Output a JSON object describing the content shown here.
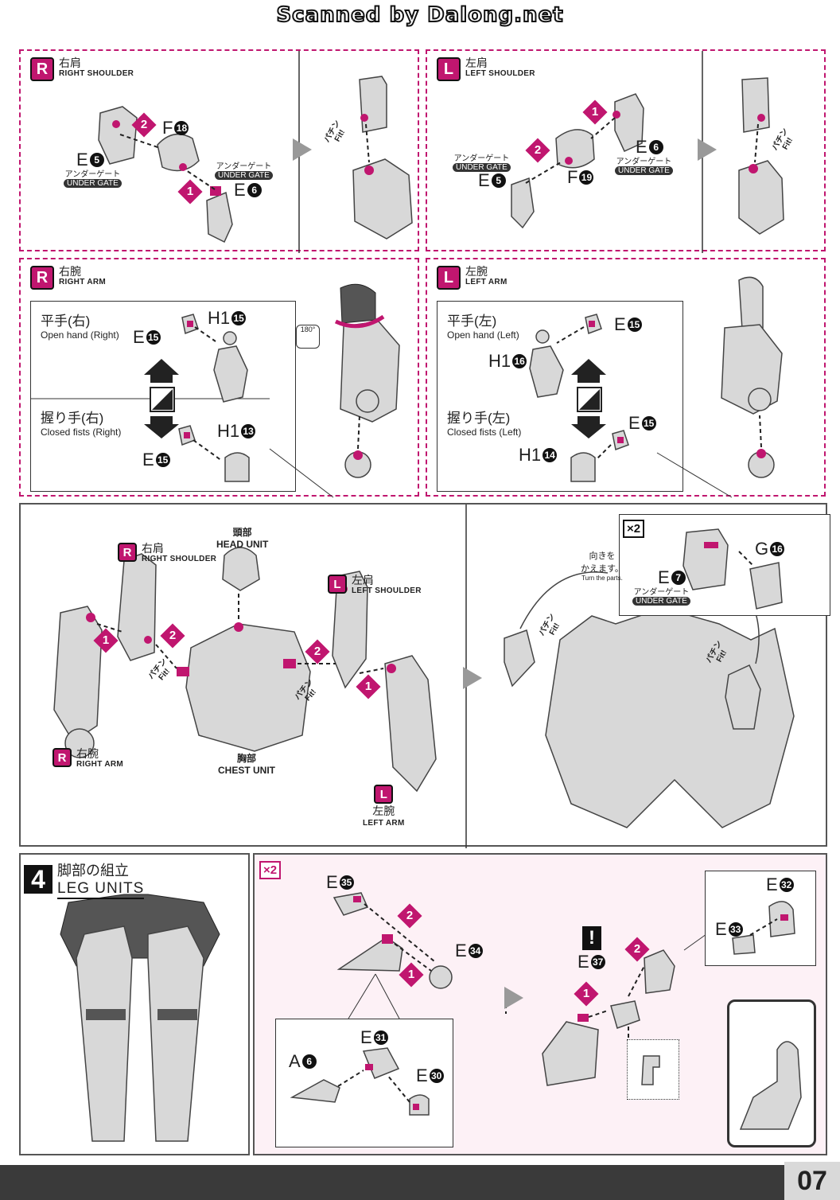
{
  "header": {
    "scan_credit": "Scanned by Dalong.net"
  },
  "panels": {
    "right_shoulder": {
      "badge": "R",
      "jp": "右肩",
      "en": "RIGHT SHOULDER",
      "parts": {
        "e5": "E",
        "e5n": "5",
        "f18": "F",
        "f18n": "18",
        "e6": "E",
        "e6n": "6"
      },
      "gate_jp": "アンダーゲート",
      "gate_en": "UNDER GATE",
      "fit_jp": "パチン",
      "fit_en": "Fit!"
    },
    "left_shoulder": {
      "badge": "L",
      "jp": "左肩",
      "en": "LEFT SHOULDER",
      "parts": {
        "e6": "E",
        "e6n": "6",
        "e5": "E",
        "e5n": "5",
        "f19": "F",
        "f19n": "19"
      },
      "gate_jp": "アンダーゲート",
      "gate_en": "UNDER GATE",
      "fit_jp": "パチン",
      "fit_en": "Fit!"
    },
    "right_arm": {
      "badge": "R",
      "jp": "右腕",
      "en": "RIGHT ARM",
      "open_jp": "平手(右)",
      "open_en": "Open hand (Right)",
      "closed_jp": "握り手(右)",
      "closed_en": "Closed fists (Right)",
      "parts": {
        "e15a": "E",
        "e15an": "15",
        "h115": "H1",
        "h115n": "15",
        "h113": "H1",
        "h113n": "13",
        "e15b": "E",
        "e15bn": "15"
      },
      "rotate": "180°"
    },
    "left_arm": {
      "badge": "L",
      "jp": "左腕",
      "en": "LEFT ARM",
      "open_jp": "平手(左)",
      "open_en": "Open hand (Left)",
      "closed_jp": "握り手(左)",
      "closed_en": "Closed fists (Left)",
      "parts": {
        "e15a": "E",
        "e15an": "15",
        "h116": "H1",
        "h116n": "16",
        "e15b": "E",
        "e15bn": "15",
        "h114": "H1",
        "h114n": "14"
      }
    },
    "assembly": {
      "rs_jp": "右肩",
      "rs_en": "RIGHT SHOULDER",
      "head_jp": "頭部",
      "head_en": "HEAD UNIT",
      "ls_jp": "左肩",
      "ls_en": "LEFT SHOULDER",
      "ra_jp": "右腕",
      "ra_en": "RIGHT ARM",
      "chest_jp": "胸部",
      "chest_en": "CHEST UNIT",
      "la_jp": "左腕",
      "la_en": "LEFT ARM",
      "x2": "×2",
      "turn_jp": "向きを\nかえます。",
      "turn_en": "Turn the parts.",
      "g16": "G",
      "g16n": "16",
      "e7": "E",
      "e7n": "7",
      "gate_jp": "アンダーゲート",
      "gate_en": "UNDER GATE",
      "fit_jp": "パチン",
      "fit_en": "Fit!"
    },
    "legs": {
      "step": "4",
      "jp": "脚部の組立",
      "en": "LEG UNITS",
      "x2": "×2",
      "parts": {
        "e35": "E",
        "e35n": "35",
        "e34": "E",
        "e34n": "34",
        "e31": "E",
        "e31n": "31",
        "a6": "A",
        "a6n": "6",
        "e30": "E",
        "e30n": "30",
        "e32": "E",
        "e32n": "32",
        "e33": "E",
        "e33n": "33",
        "e37": "E",
        "e37n": "37"
      },
      "warn": "!"
    }
  },
  "footer": {
    "page": "07"
  },
  "colors": {
    "accent": "#c0166f",
    "dark": "#3a3a3a"
  }
}
